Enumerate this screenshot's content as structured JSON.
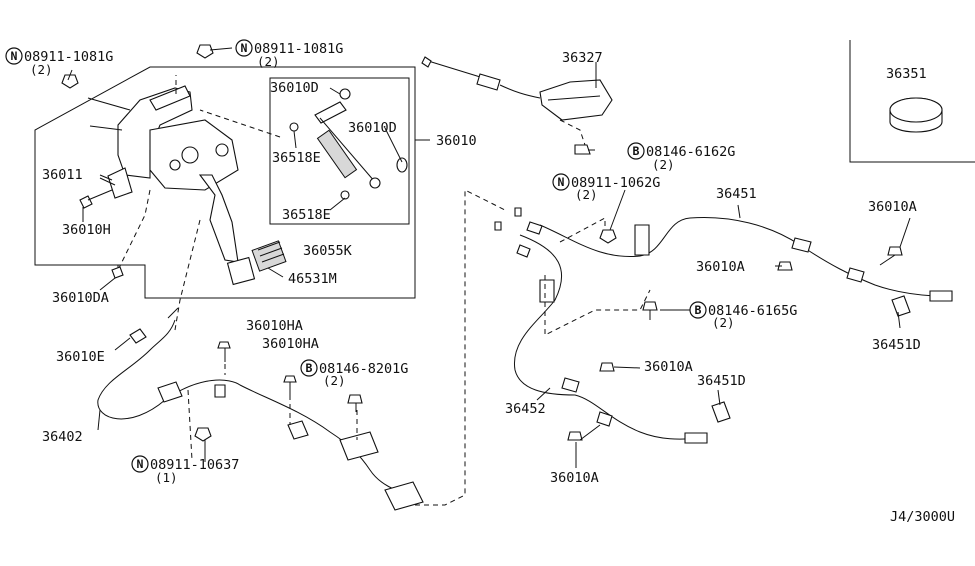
{
  "labels": {
    "p36010": "36010",
    "p36010D_a": "36010D",
    "p36010D_b": "36010D",
    "p36518E_a": "36518E",
    "p36518E_b": "36518E",
    "p36055K": "36055K",
    "p46531M": "46531M",
    "p36011": "36011",
    "p36010H": "36010H",
    "p36010DA": "36010DA",
    "p36010E": "36010E",
    "p36402": "36402",
    "p36010HA_a": "36010HA",
    "p36010HA_b": "36010HA",
    "p36327": "36327",
    "p36351": "36351",
    "p36451": "36451",
    "p36010A_a": "36010A",
    "p36010A_b": "36010A",
    "p36010A_c": "36010A",
    "p36010A_d": "36010A",
    "p36451D_a": "36451D",
    "p36451D_b": "36451D",
    "p36452": "36452"
  },
  "callouts": {
    "n1": {
      "symbol": "N",
      "code": "08911-1081G",
      "qty": "(2)"
    },
    "n2": {
      "symbol": "N",
      "code": "08911-1081G",
      "qty": "(2)"
    },
    "n3": {
      "symbol": "N",
      "code": "08911-1062G",
      "qty": "(2)"
    },
    "n4": {
      "symbol": "N",
      "code": "08911-10637",
      "qty": "(1)"
    },
    "b1": {
      "symbol": "B",
      "code": "08146-6162G",
      "qty": "(2)"
    },
    "b2": {
      "symbol": "B",
      "code": "08146-6165G",
      "qty": "(2)"
    },
    "b3": {
      "symbol": "B",
      "code": "08146-8201G",
      "qty": "(2)"
    }
  },
  "diagram_code": "J4/3000U",
  "colors": {
    "ink": "#111111",
    "background": "#ffffff",
    "shade": "#d8d8d8"
  }
}
